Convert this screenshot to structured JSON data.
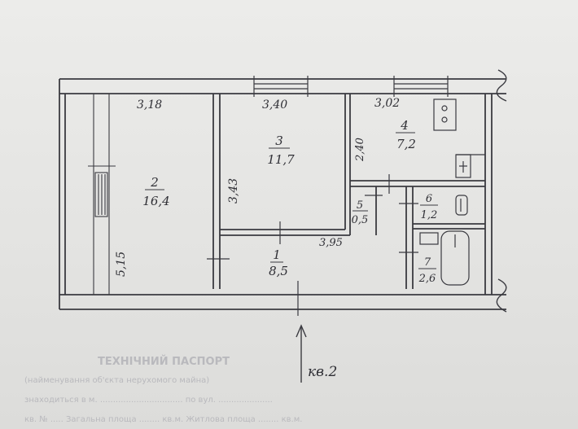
{
  "plan": {
    "rooms": [
      {
        "id": "1",
        "area": "8,5"
      },
      {
        "id": "2",
        "area": "16,4"
      },
      {
        "id": "3",
        "area": "11,7"
      },
      {
        "id": "4",
        "area": "7,2"
      },
      {
        "id": "5",
        "area": "0,5"
      },
      {
        "id": "6",
        "area": "1,2"
      },
      {
        "id": "7",
        "area": "2,6"
      }
    ],
    "dimensions": {
      "room2_width": "3,18",
      "room3_width": "3,40",
      "room4_width": "3,02",
      "room2_length": "5,15",
      "room3_length": "3,43",
      "room4_length": "2,40",
      "hall_length": "3,95"
    },
    "entrance_label": "кв.2"
  },
  "form": {
    "title": "ТЕХНІЧНИЙ ПАСПОРТ",
    "line1": "(найменування об'єкта нерухомого майна)",
    "line2": "знаходиться в м. ................................ по вул. .....................",
    "line3": "кв. № ..... Загальна площа ........ кв.м. Житлова площа ........ кв.м."
  },
  "colors": {
    "paper": "#e6e6e4",
    "ink": "#3a3a40"
  }
}
